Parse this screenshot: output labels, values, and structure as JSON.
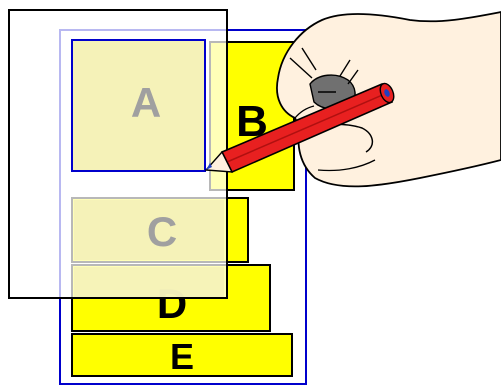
{
  "diagram": {
    "boxes": [
      {
        "id": "A",
        "label": "A"
      },
      {
        "id": "B",
        "label": "B"
      },
      {
        "id": "C",
        "label": "C"
      },
      {
        "id": "D",
        "label": "D"
      },
      {
        "id": "E",
        "label": "E"
      }
    ],
    "colors": {
      "yellow_fill": "#ffff00",
      "outline_black": "#000000",
      "outline_blue": "#0000cc",
      "overlay_tint": "#f5f2b8",
      "overlay_letter": "#a0a0a0",
      "skin": "#fff1df",
      "pencil_red": "#e82020",
      "pencil_tip_blue": "#2040c0"
    },
    "hand_icon": "hand-holding-pencil-icon"
  }
}
